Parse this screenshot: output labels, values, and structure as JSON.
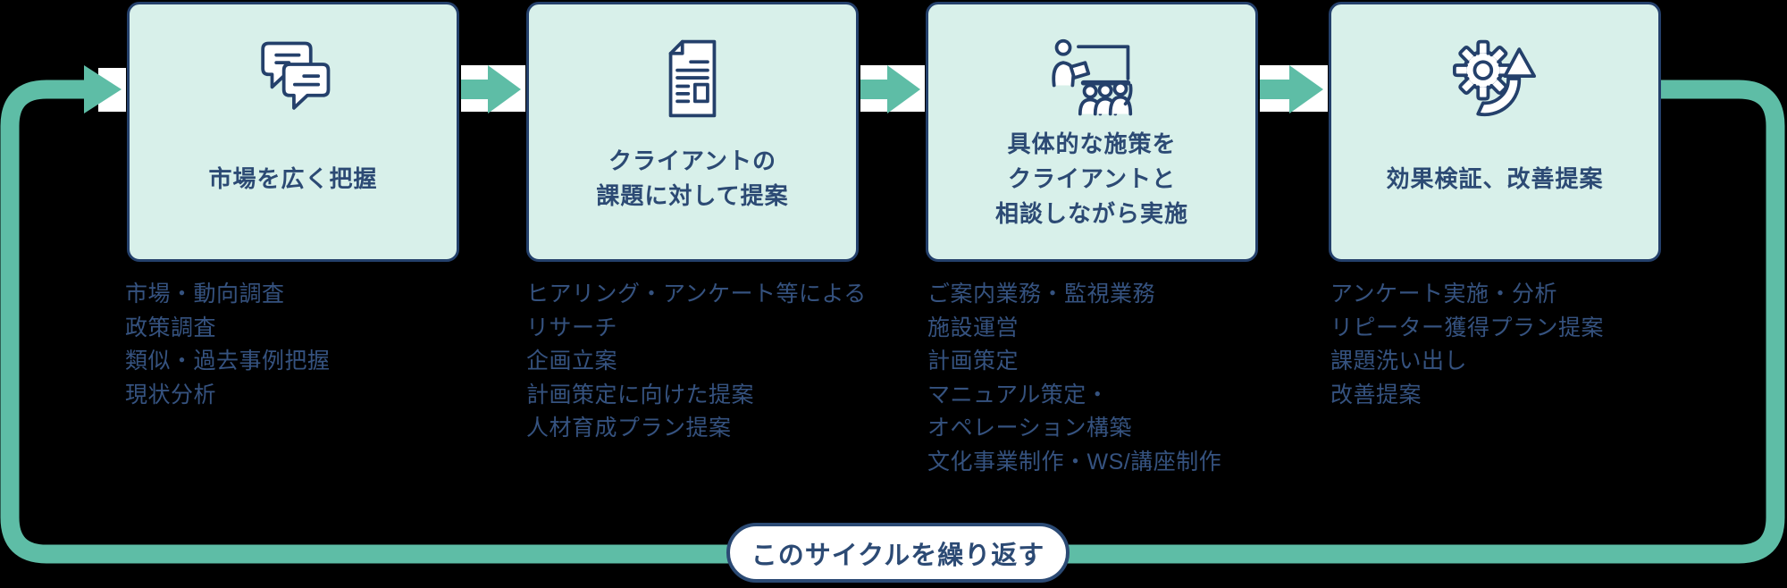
{
  "colors": {
    "accent_teal": "#5ebda6",
    "navy_border": "#24406b",
    "navy_text": "#2c4a74",
    "list_text": "#35527f",
    "card_background": "#d8f0ea",
    "band_white": "#ffffff"
  },
  "steps": [
    {
      "icon": "chat-bubbles-icon",
      "title_lines": [
        "市場を広く把握"
      ],
      "items": [
        "市場・動向調査",
        "政策調査",
        "類似・過去事例把握",
        "現状分析"
      ]
    },
    {
      "icon": "document-icon",
      "title_lines": [
        "クライアントの",
        "課題に対して提案"
      ],
      "items": [
        "ヒアリング・アンケート等による",
        "リサーチ",
        "企画立案",
        "計画策定に向けた提案",
        "人材育成プラン提案"
      ]
    },
    {
      "icon": "presentation-icon",
      "title_lines": [
        "具体的な施策を",
        "クライアントと",
        "相談しながら実施"
      ],
      "items": [
        "ご案内業務・監視業務",
        "施設運営",
        "計画策定",
        "マニュアル策定・",
        "オペレーション構築",
        "文化事業制作・WS/講座制作"
      ]
    },
    {
      "icon": "gear-refresh-icon",
      "title_lines": [
        "効果検証、改善提案"
      ],
      "items": [
        "アンケート実施・分析",
        "リピーター獲得プラン提案",
        "課題洗い出し",
        "改善提案"
      ]
    }
  ],
  "cycle_label": "このサイクルを繰り返す"
}
